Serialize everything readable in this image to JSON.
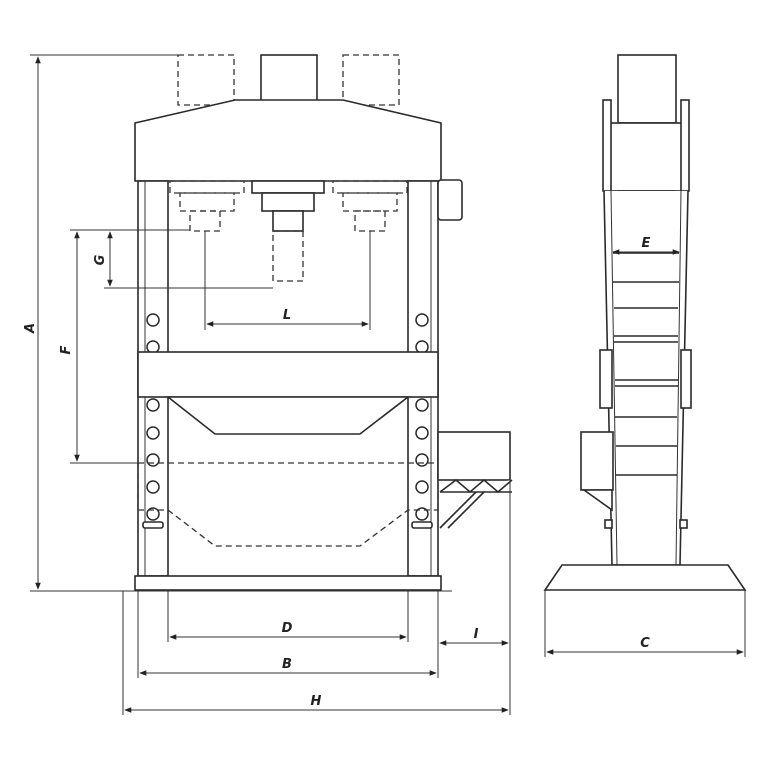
{
  "dimensions": {
    "A": "A",
    "B": "B",
    "C": "C",
    "D": "D",
    "E": "E",
    "F": "F",
    "G": "G",
    "H": "H",
    "I": "I",
    "L": "L"
  },
  "colors": {
    "line": "#2a2a2a",
    "background": "#ffffff"
  }
}
